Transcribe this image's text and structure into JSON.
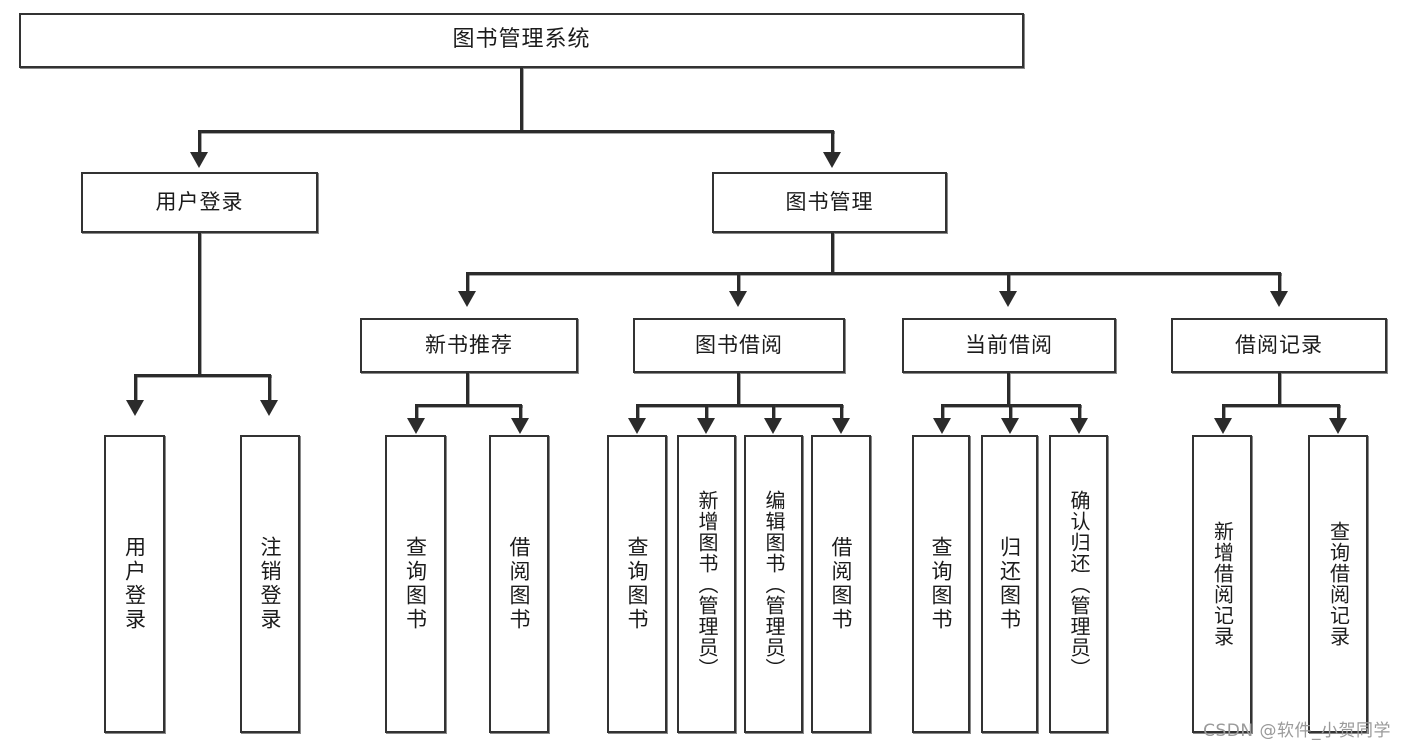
{
  "diagram": {
    "title": "图书管理系统",
    "type": "tree",
    "watermark": "CSDN @软件_小贺同学",
    "colors": {
      "background": "#ffffff",
      "box_border": "#333333",
      "box_fill": "#ffffff",
      "connector": "#2b2b2b",
      "text": "#1b1b1b",
      "watermark": "#9a9a9a"
    },
    "root": {
      "id": "root",
      "label": "图书管理系统"
    },
    "level2": [
      {
        "id": "user-login",
        "label": "用户登录"
      },
      {
        "id": "book-manage",
        "label": "图书管理"
      }
    ],
    "level3": [
      {
        "id": "new-book-rec",
        "label": "新书推荐",
        "parent": "book-manage"
      },
      {
        "id": "book-borrow",
        "label": "图书借阅",
        "parent": "book-manage"
      },
      {
        "id": "current-borrow",
        "label": "当前借阅",
        "parent": "book-manage"
      },
      {
        "id": "borrow-record",
        "label": "借阅记录",
        "parent": "book-manage"
      }
    ],
    "leaves": [
      {
        "id": "leaf-user-login",
        "label": "用户登录",
        "parent": "user-login"
      },
      {
        "id": "leaf-user-logout",
        "label": "注销登录",
        "parent": "user-login"
      },
      {
        "id": "leaf-query-book-1",
        "label": "查询图书",
        "parent": "new-book-rec"
      },
      {
        "id": "leaf-borrow-book-1",
        "label": "借阅图书",
        "parent": "new-book-rec"
      },
      {
        "id": "leaf-query-book-2",
        "label": "查询图书",
        "parent": "book-borrow"
      },
      {
        "id": "leaf-add-book",
        "label": "新增图书（管理员）",
        "parent": "book-borrow"
      },
      {
        "id": "leaf-edit-book",
        "label": "编辑图书（管理员）",
        "parent": "book-borrow"
      },
      {
        "id": "leaf-borrow-book-2",
        "label": "借阅图书",
        "parent": "book-borrow"
      },
      {
        "id": "leaf-query-book-3",
        "label": "查询图书",
        "parent": "current-borrow"
      },
      {
        "id": "leaf-return-book",
        "label": "归还图书",
        "parent": "current-borrow"
      },
      {
        "id": "leaf-confirm-return",
        "label": "确认归还（管理员）",
        "parent": "current-borrow"
      },
      {
        "id": "leaf-add-record",
        "label": "新增借阅记录",
        "parent": "borrow-record"
      },
      {
        "id": "leaf-query-record",
        "label": "查询借阅记录",
        "parent": "borrow-record"
      }
    ]
  }
}
